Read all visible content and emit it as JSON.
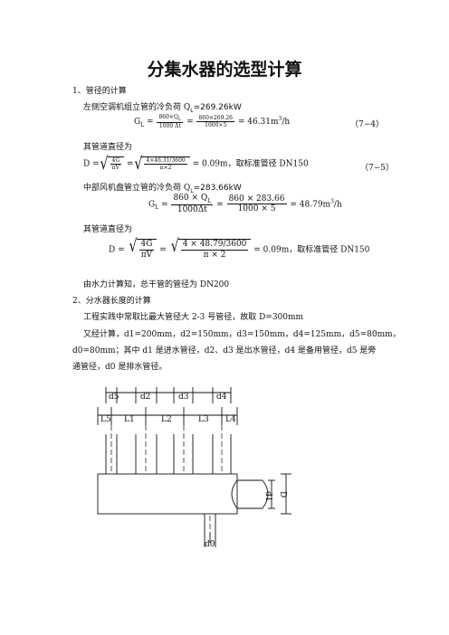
{
  "title": "分集水器的选型计算",
  "sec1": {
    "heading": "1、管径的计算",
    "l1": "左侧空调机组立管的冷负荷 Q",
    "l1_sub": "L",
    "l1_val": "=269.26kW",
    "eq1": {
      "lhs": "G",
      "lhs_sub": "L",
      "f1n": "860×Q",
      "f1n_sub": "L",
      "f1d": "1000 Δt",
      "f2n": "860×269.26",
      "f2d": "1000×5",
      "rhs": "= 46.31m",
      "rhs_sup": "3",
      "rhs_unit": "/h",
      "num": "（7−4）"
    },
    "l2": "其管道直径为",
    "eq2": {
      "lhs": "D =",
      "f1n": "4G",
      "f1d": "πV",
      "f2n": "4×46.31/3600",
      "f2d": "π×2",
      "rhs": "= 0.09m，取标准管径 DN150",
      "num": "（7−5）"
    },
    "l3": "中部风机盘管立管的冷负荷 Q",
    "l3_sub": "L",
    "l3_val": "=283.66kW",
    "eq3": {
      "lhs": "G",
      "lhs_sub": "L",
      "f1n": "860 × Q",
      "f1n_sub": "L",
      "f1d": "1000Δt",
      "f2n": "860 × 283.66",
      "f2d": "1000 × 5",
      "rhs": "= 48.79m",
      "rhs_sup": "3",
      "rhs_unit": "/h"
    },
    "l4": "其管道直径为",
    "eq4": {
      "lhs": "D =",
      "f1n": "4G",
      "f1d": "πV",
      "f2n": "4 × 48.79/3600",
      "f2d": "π × 2",
      "rhs": "= 0.09m，取标准管径 DN150"
    },
    "l5": "由水力计算知，总干管的管径为 DN200"
  },
  "sec2": {
    "heading": "2、分水器长度的计算",
    "p1": "工程实践中常取比最大管径大 2-3 号管径，故取 D=300mm",
    "p2a": "又经计算，d1=200mm，d2=150mm，d3=150mm，d4=125mm，d5=80mm，",
    "p2b": "d0=80mm；其中 d1 是进水管径，d2、d3 是出水管径，d4 是备用管径，d5 是旁",
    "p2c": "通管径，d0 是排水管径。"
  },
  "diagram": {
    "d_labels": [
      "d5",
      "d2",
      "d3",
      "d4"
    ],
    "l_labels": [
      "L5",
      "L1",
      "L2",
      "L3",
      "L4"
    ],
    "d1": "d1",
    "D": "D",
    "d0": "d0"
  }
}
